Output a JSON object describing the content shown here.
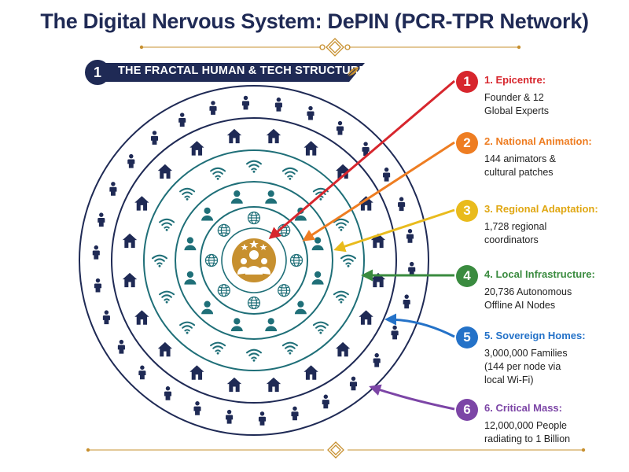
{
  "title": "The Digital Nervous System: DePIN (PCR-TPR Network)",
  "section": {
    "number": "1",
    "label": "THE FRACTAL HUMAN & TECH STRUCTURE"
  },
  "colors": {
    "navy": "#1f2a55",
    "teal": "#1f6f78",
    "gold": "#c7902f",
    "epicentre": "#d7262d",
    "national": "#ee7d22",
    "regional": "#e9bb1d",
    "local": "#3a8b3f",
    "homes": "#2472c8",
    "mass": "#7c45a6"
  },
  "icons": {
    "center": "expert-group-icon",
    "ring1": "globe-icon",
    "ring2": "person-icon",
    "ring3": "wifi-icon",
    "ring4": "house-icon",
    "ring5": "person-icon"
  },
  "legend": [
    {
      "number": "1",
      "title": "1. Epicentre:",
      "description": "Founder & 12\nGlobal Experts"
    },
    {
      "number": "2",
      "title": "2. National Animation:",
      "description": "144 animators &\ncultural patches"
    },
    {
      "number": "3",
      "title": "3. Regional Adaptation:",
      "description": "1,728 regional\ncoordinators"
    },
    {
      "number": "4",
      "title": "4. Local Infrastructure:",
      "description": "20,736 Autonomous\nOffline AI Nodes"
    },
    {
      "number": "5",
      "title": "5. Sovereign Homes:",
      "description": "3,000,000 Families\n(144 per node via\nlocal Wi-Fi)"
    },
    {
      "number": "6",
      "title": "6. Critical Mass:",
      "description": "12,000,000 People\nradiating to 1 Billion"
    }
  ]
}
